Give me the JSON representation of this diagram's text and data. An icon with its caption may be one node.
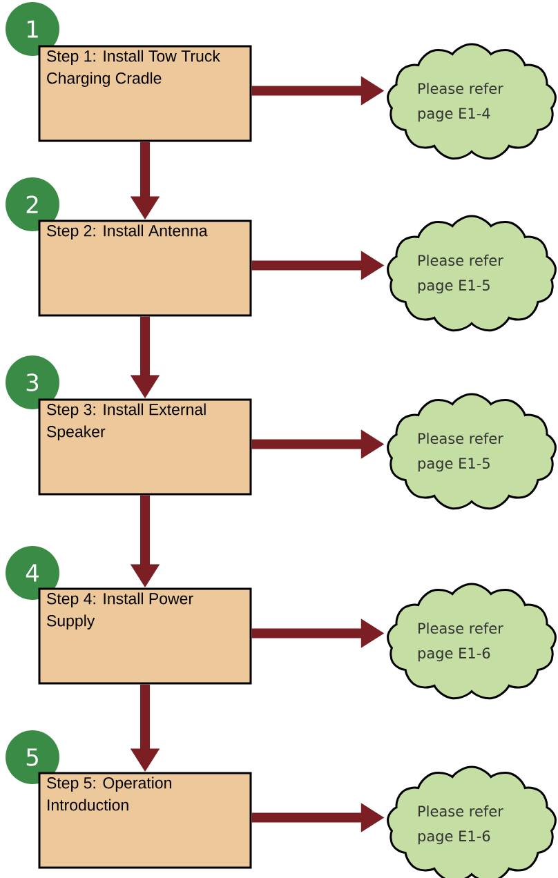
{
  "diagram": {
    "nodes": [
      {
        "text": [
          "1"
        ]
      },
      {
        "text": [
          "Step 1: Install Tow Truck Charging Cradle"
        ]
      },
      {
        "text": [
          "Please refer page E1-4"
        ]
      },
      {
        "text": [
          "2"
        ]
      },
      {
        "text": [
          "Step 2: Install Antenna"
        ]
      },
      {
        "text": [
          "Please refer page E1-5"
        ]
      },
      {
        "text": [
          "3"
        ]
      },
      {
        "text": [
          "Step 3: Install External Speaker"
        ]
      },
      {
        "text": [
          "Please refer page E1-5"
        ]
      },
      {
        "text": [
          "4"
        ]
      },
      {
        "text": [
          "Step 4: Install Power Supply"
        ]
      },
      {
        "text": [
          "Please refer page E1-6"
        ]
      },
      {
        "text": [
          "5"
        ]
      },
      {
        "text": [
          "Step 5: Operation Introduction"
        ]
      },
      {
        "text": [
          "Please refer page E1-6"
        ]
      }
    ],
    "edges": [
      {
        "from": 1,
        "to": 2,
        "arrow": "to"
      },
      {
        "from": 1,
        "to": 4,
        "arrow": "to"
      },
      {
        "from": 4,
        "to": 5,
        "arrow": "to"
      },
      {
        "from": 4,
        "to": 7,
        "arrow": "to"
      },
      {
        "from": 7,
        "to": 8,
        "arrow": "to"
      },
      {
        "from": 7,
        "to": 10,
        "arrow": "to"
      },
      {
        "from": 10,
        "to": 11,
        "arrow": "to"
      },
      {
        "from": 10,
        "to": 13,
        "arrow": "to"
      },
      {
        "from": 13,
        "to": 14,
        "arrow": "to"
      }
    ]
  }
}
